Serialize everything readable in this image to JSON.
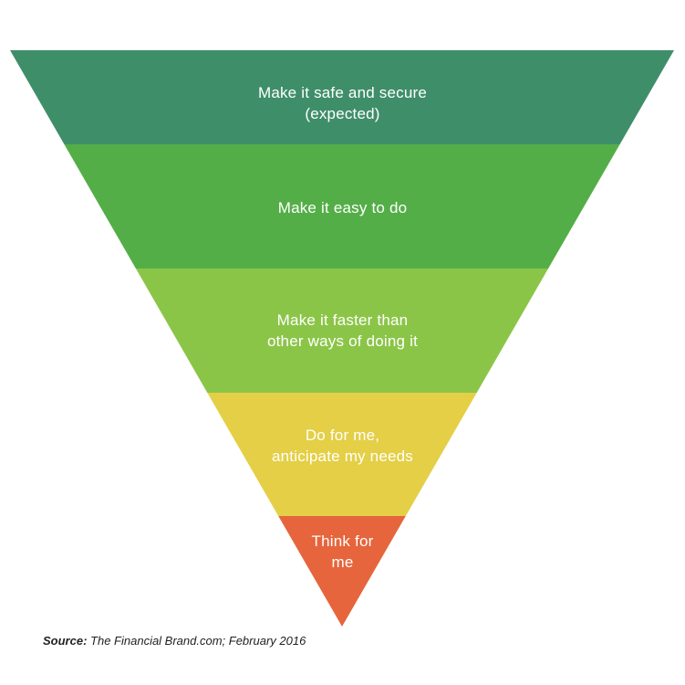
{
  "funnel": {
    "tiers": [
      {
        "line1": "Make it safe and secure",
        "line2": "(expected)",
        "color": "#3f8e6a"
      },
      {
        "line1": "Make it easy to do",
        "line2": "",
        "color": "#54ae47"
      },
      {
        "line1": "Make it faster than",
        "line2": "other ways of doing it",
        "color": "#8bc548"
      },
      {
        "line1": "Do for me,",
        "line2": "anticipate my needs",
        "color": "#e4cf46"
      },
      {
        "line1": "Think for",
        "line2": "me",
        "color": "#e6653c"
      }
    ]
  },
  "source": {
    "label": "Source:",
    "text": "The Financial Brand.com; February 2016"
  }
}
